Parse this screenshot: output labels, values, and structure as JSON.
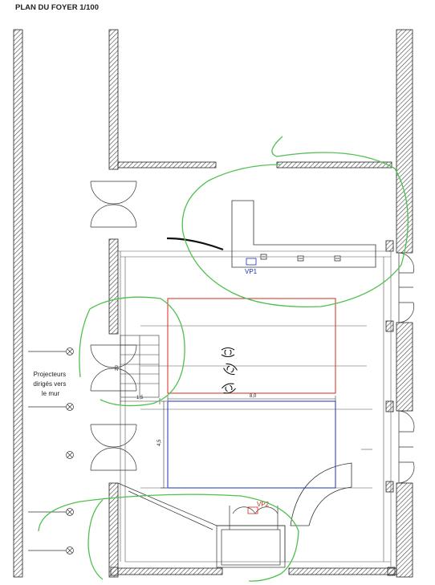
{
  "title": "PLAN DU FOYER 1/100",
  "labels": {
    "vp1": "VP1",
    "vp2": "VP2",
    "projectors_line1": "Projecteurs",
    "projectors_line2": "dirigés vers",
    "projectors_line3": "le mur",
    "dim_width": "8,0",
    "dim_depth": "4,5",
    "dim_stair_width": "1,5",
    "dim_stair_small": "2,0"
  },
  "colors": {
    "line": "#222222",
    "hatch": "#444444",
    "red_zone": "#d62a1e",
    "blue_zone": "#1e2fb8",
    "green_annotation": "#4fc04f",
    "vp1_text": "#1e2fb8",
    "vp2_text": "#d62a1e"
  },
  "icons": [
    "projector-icon",
    "person-icon",
    "door-swing-icon",
    "viewpoint-camera-icon"
  ]
}
